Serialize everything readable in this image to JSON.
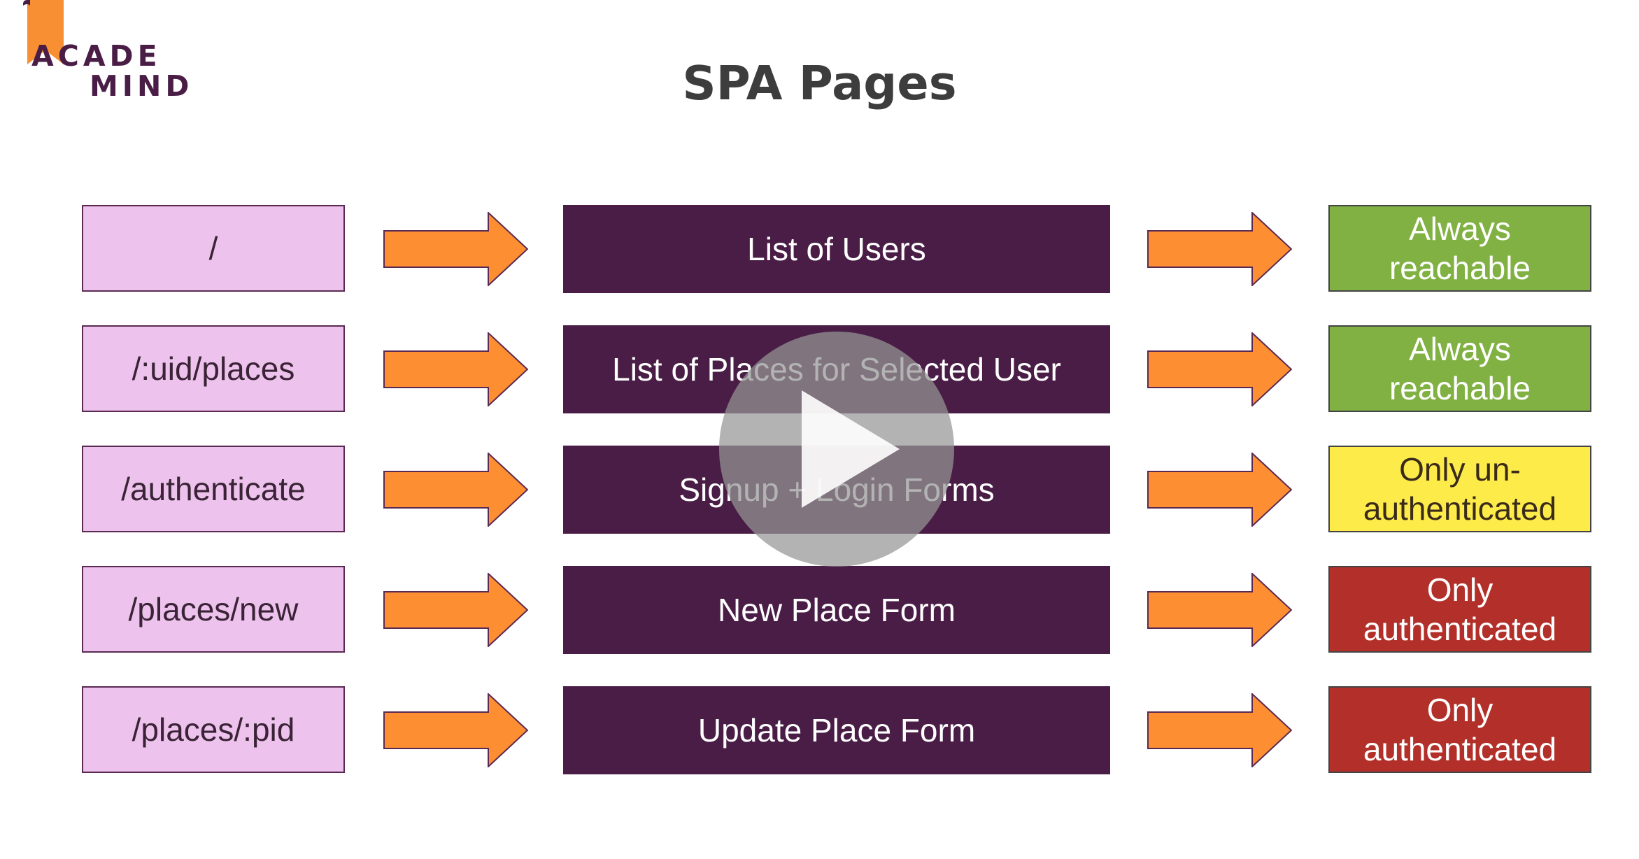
{
  "logo": {
    "line1": "ACADE",
    "line2": "MIND",
    "brand_color": "#4a1d46",
    "bookmark_color": "#f98f33"
  },
  "title": "SPA Pages",
  "colors": {
    "route_fill": "#edc2ec",
    "page_fill": "#4a1d46",
    "arrow_fill": "#fd8e32",
    "status_green": "#80b142",
    "status_yellow": "#fdeb4a",
    "status_red": "#b3302a"
  },
  "rows": [
    {
      "route": "/",
      "page": "List of Users",
      "status": "Always\nreachable",
      "status_color": "#80b142",
      "status_text_color": "#ffffff"
    },
    {
      "route": "/:uid/places",
      "page": "List of Places for Selected User",
      "status": "Always\nreachable",
      "status_color": "#80b142",
      "status_text_color": "#ffffff"
    },
    {
      "route": "/authenticate",
      "page": "Signup + Login Forms",
      "status": "Only un-\nauthenticated",
      "status_color": "#fdeb4a",
      "status_text_color": "#3a2b1a"
    },
    {
      "route": "/places/new",
      "page": "New Place Form",
      "status": "Only\nauthenticated",
      "status_color": "#b3302a",
      "status_text_color": "#ffffff"
    },
    {
      "route": "/places/:pid",
      "page": "Update Place Form",
      "status": "Only\nauthenticated",
      "status_color": "#b3302a",
      "status_text_color": "#ffffff"
    }
  ],
  "video": {
    "play_icon": "play-icon"
  }
}
